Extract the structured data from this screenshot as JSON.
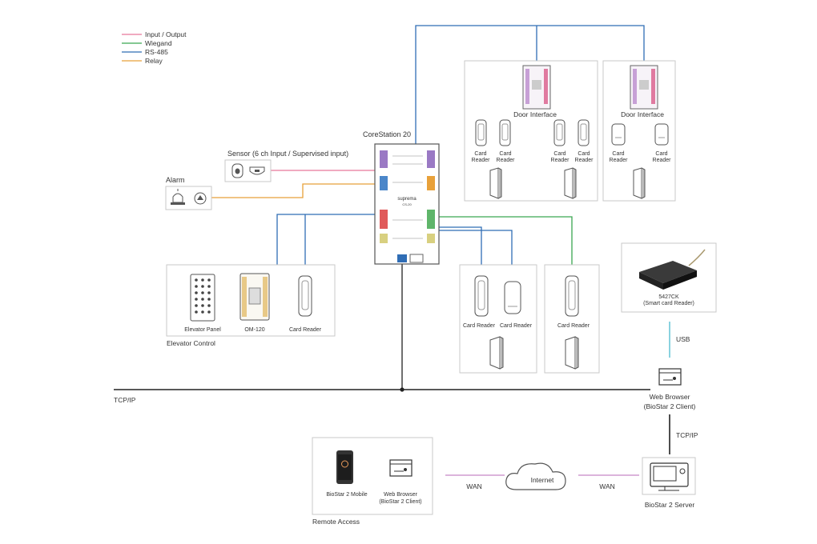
{
  "legend": {
    "items": [
      {
        "label": "Input / Output",
        "color": "#e8789a"
      },
      {
        "label": "Wiegand",
        "color": "#3aa650"
      },
      {
        "label": "RS-485",
        "color": "#2f6db5"
      },
      {
        "label": "Relay",
        "color": "#e8a13a"
      }
    ]
  },
  "corestation": {
    "title": "CoreStation 20",
    "brand": "suprema",
    "model": "CS-20"
  },
  "sensor": {
    "title": "Sensor (6 ch Input / Supervised input)"
  },
  "alarm": {
    "title": "Alarm"
  },
  "elevator": {
    "caption": "Elevator Control",
    "panel_label": "Elevator Panel",
    "om_label": "OM-120",
    "reader_label": "Card Reader"
  },
  "door_interface_1": {
    "title": "Door Interface",
    "reader_line1": "Card",
    "reader_line2": "Reader"
  },
  "door_interface_2": {
    "title": "Door Interface",
    "reader_line1": "Card",
    "reader_line2": "Reader"
  },
  "door_group_3": {
    "reader_label": "Card Reader"
  },
  "door_group_4": {
    "reader_label": "Card Reader"
  },
  "smartcard": {
    "line1": "5427CK",
    "line2": "(Smart card Reader)",
    "link": "USB"
  },
  "network": {
    "tcpip": "TCP/IP",
    "tcpip2": "TCP/IP",
    "wan": "WAN",
    "internet": "Internet"
  },
  "web_browser_client": {
    "line1": "Web Browser",
    "line2": "(BioStar 2 Client)"
  },
  "server": {
    "label": "BioStar 2 Server"
  },
  "remote": {
    "caption": "Remote Access",
    "mobile": "BioStar 2 Mobile",
    "browser_line1": "Web Browser",
    "browser_line2": "(BioStar 2 Client)"
  },
  "icons": {
    "door": "door-icon",
    "reader": "card-reader-icon",
    "browser": "browser-window-icon",
    "monitor": "monitor-icon",
    "phone": "smartphone-icon",
    "cloud": "cloud-icon"
  }
}
